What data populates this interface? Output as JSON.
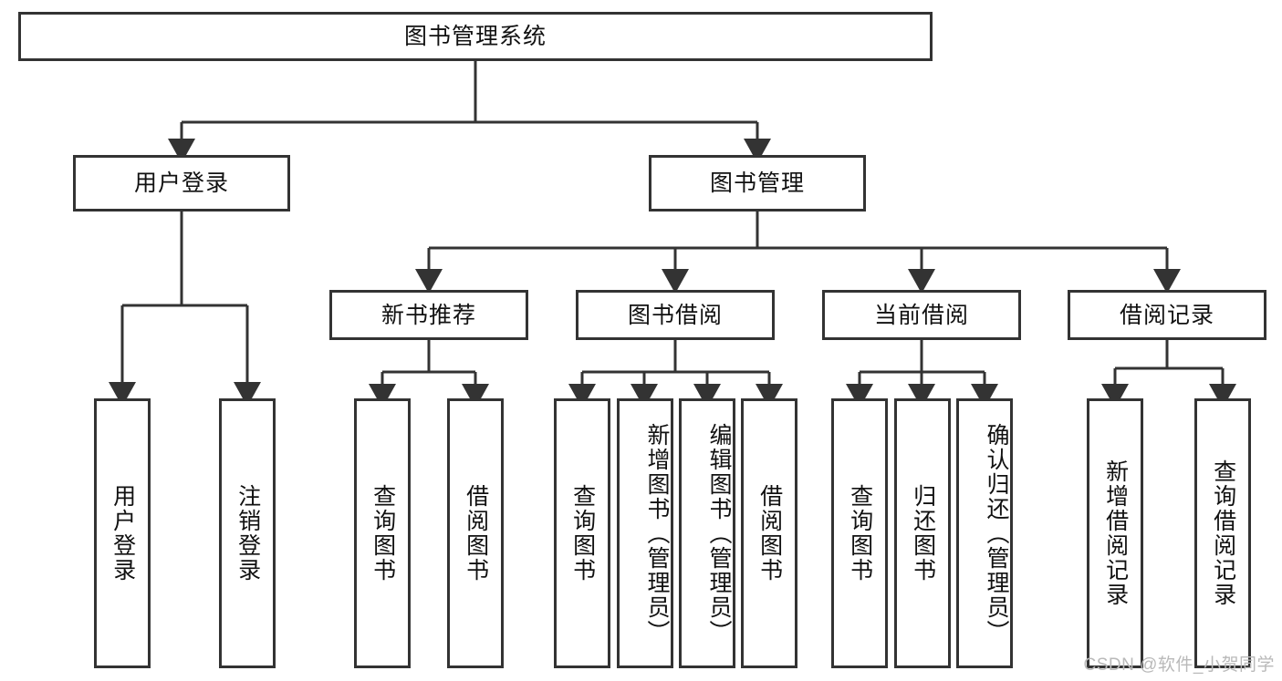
{
  "diagram": {
    "title_node": {
      "label": "图书管理系统"
    },
    "level2": [
      {
        "id": "user-login",
        "label": "用户登录"
      },
      {
        "id": "book-management",
        "label": "图书管理"
      }
    ],
    "level3": [
      {
        "id": "new-book-recommend",
        "label": "新书推荐"
      },
      {
        "id": "book-borrow",
        "label": "图书借阅"
      },
      {
        "id": "current-borrow",
        "label": "当前借阅"
      },
      {
        "id": "borrow-record",
        "label": "借阅记录"
      }
    ],
    "leaves": [
      {
        "id": "leaf-user-login",
        "label": "用户登录"
      },
      {
        "id": "leaf-logout-login",
        "label": "注销登录"
      },
      {
        "id": "leaf-query-book-1",
        "label": "查询图书"
      },
      {
        "id": "leaf-borrow-book-1",
        "label": "借阅图书"
      },
      {
        "id": "leaf-query-book-2",
        "label": "查询图书"
      },
      {
        "id": "leaf-add-book",
        "label": "新增图书（管理员）"
      },
      {
        "id": "leaf-edit-book",
        "label": "编辑图书（管理员）"
      },
      {
        "id": "leaf-borrow-book-2",
        "label": "借阅图书"
      },
      {
        "id": "leaf-query-book-3",
        "label": "查询图书"
      },
      {
        "id": "leaf-return-book",
        "label": "归还图书"
      },
      {
        "id": "leaf-confirm-return",
        "label": "确认归还（管理员）"
      },
      {
        "id": "leaf-add-borrow-record",
        "label": "新增借阅记录"
      },
      {
        "id": "leaf-query-borrow-record",
        "label": "查询借阅记录"
      }
    ],
    "colors": {
      "stroke": "#333333",
      "fill": "#ffffff",
      "text": "#111111",
      "watermark": "#b9b9b9"
    }
  },
  "watermark": {
    "text": "CSDN @软件_小贺同学"
  }
}
